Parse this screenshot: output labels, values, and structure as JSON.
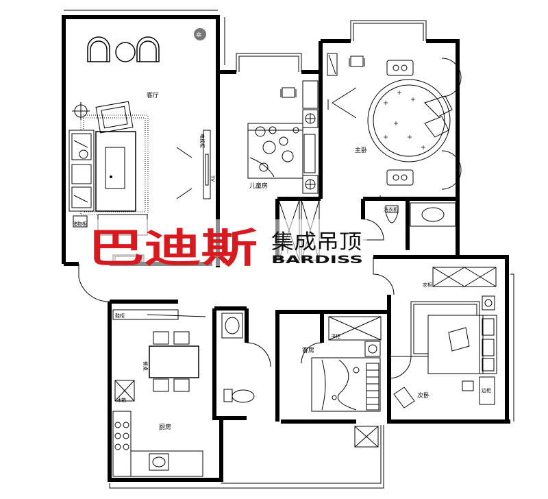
{
  "rooms": {
    "living_room": "客厅",
    "kids_room": "儿童房",
    "master_bedroom": "主卧",
    "second_bedroom": "次卧",
    "guest_room": "客房",
    "kitchen": "厨房",
    "dining": "餐桌"
  },
  "fixtures": {
    "tv_cabinet": "电视柜",
    "tv": "TV",
    "fridge": "冰箱",
    "wardrobe": "衣柜",
    "bookcase": "书柜",
    "washing_machine": "洗衣机",
    "shoe_cabinet": "鞋柜",
    "storage": "储物柜",
    "side_cabinet": "边柜"
  },
  "logo": {
    "brand_cn": "巴迪斯",
    "tagline_cn": "集成吊顶",
    "brand_en": "BARDISS"
  },
  "colors": {
    "logo_red": "#d71920",
    "line": "#000000"
  }
}
